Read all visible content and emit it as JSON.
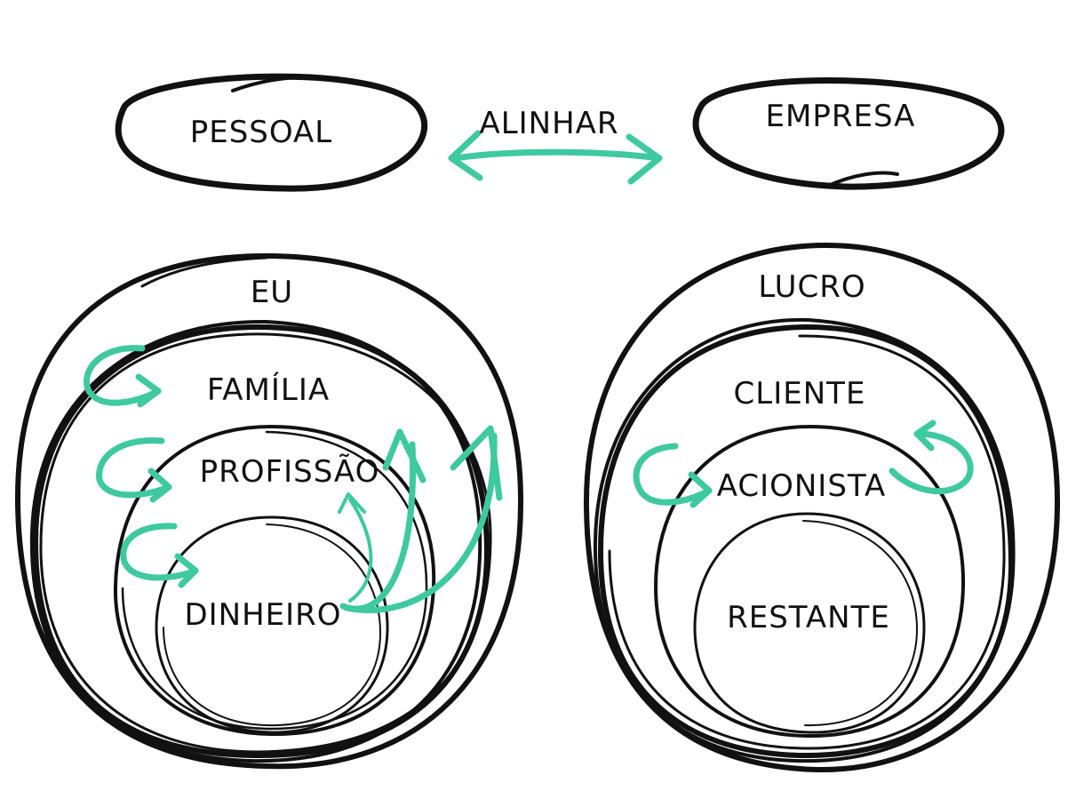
{
  "colors": {
    "ink": "#111111",
    "accent": "#3ec9a0",
    "background": "#ffffff"
  },
  "top": {
    "left_oval": "PESSOAL",
    "right_oval": "EMPRESA",
    "connector": "ALINHAR"
  },
  "left_diagram": {
    "outer": "EU",
    "ring2": "FAMÍLIA",
    "ring3": "PROFISSÃO",
    "core": "DINHEIRO"
  },
  "right_diagram": {
    "outer": "LUCRO",
    "ring2": "CLIENTE",
    "ring3": "ACIONISTA",
    "core": "RESTANTE"
  }
}
